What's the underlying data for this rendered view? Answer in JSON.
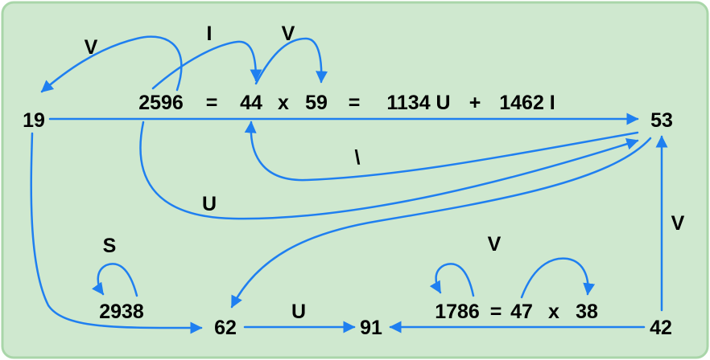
{
  "colors": {
    "background": "#cfe8cf",
    "border": "#a9d6a9",
    "arrow": "#1f7ff0",
    "text": "#000000"
  },
  "nodes": {
    "n19": "19",
    "n53": "53",
    "n62": "62",
    "n91": "91",
    "n42": "42",
    "n2938": "2938"
  },
  "equation_top": {
    "lhs": "2596",
    "eq1": "=",
    "f1": "44",
    "times": "x",
    "f2": "59",
    "eq2": "=",
    "t1": "1134 U",
    "plus": "+",
    "t2": "1462 I"
  },
  "equation_bottom": {
    "lhs": "1786",
    "eq": "=",
    "f1": "47",
    "times": "x",
    "f2": "38"
  },
  "labels": {
    "v_to_19": "V",
    "i_top": "I",
    "v_top": "V",
    "backslash": "\\",
    "u_curve": "U",
    "s_loop": "S",
    "v_bottom": "V",
    "u_62_91": "U",
    "v_right": "V"
  }
}
